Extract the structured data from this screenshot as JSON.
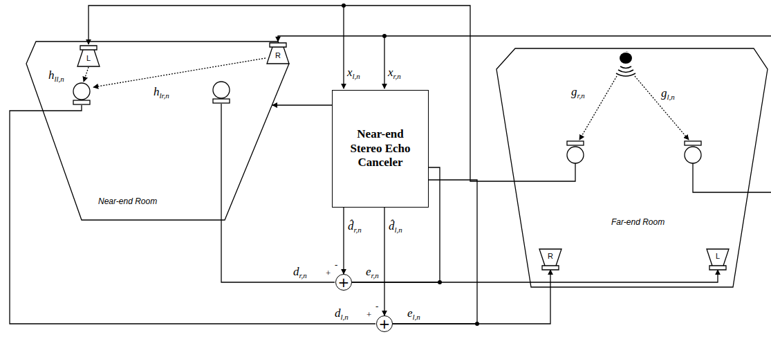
{
  "diagram": {
    "nodes": [
      {
        "text": [
          "Near-end Room"
        ]
      },
      {
        "text": [
          "L"
        ],
        "in": 0
      },
      {
        "text": [
          "R"
        ],
        "in": 0
      },
      {
        "text": [
          "Near-end Stereo Echo Canceler"
        ]
      },
      {
        "text": [
          "Far-end Room"
        ]
      },
      {
        "text": [
          "R"
        ],
        "in": 4
      },
      {
        "text": [
          "L"
        ],
        "in": 4
      },
      {
        "text": [
          "+"
        ]
      },
      {
        "text": [
          "+"
        ]
      }
    ],
    "edges": [
      {
        "from": 3,
        "to": 0,
        "arrow": "to"
      },
      {
        "from": 3,
        "to": 7,
        "label": "d̂r,n",
        "arrow": "to"
      },
      {
        "from": 3,
        "to": 8,
        "label": "d̂l,n",
        "arrow": "to"
      },
      {
        "from": 7,
        "to": 6,
        "label": "er,n",
        "arrow": "to"
      },
      {
        "from": 8,
        "to": 5,
        "label": "el,n",
        "arrow": "to"
      },
      {
        "from": 7,
        "to": 3,
        "arrow": "none"
      },
      {
        "from": 8,
        "to": 3,
        "arrow": "none"
      }
    ],
    "labels": [
      "xl,n",
      "xr,n",
      "gr,n",
      "gl,n",
      "hll,n",
      "hlr,n",
      "+",
      "-",
      "dr,n",
      "+",
      "-",
      "dl,n"
    ]
  }
}
